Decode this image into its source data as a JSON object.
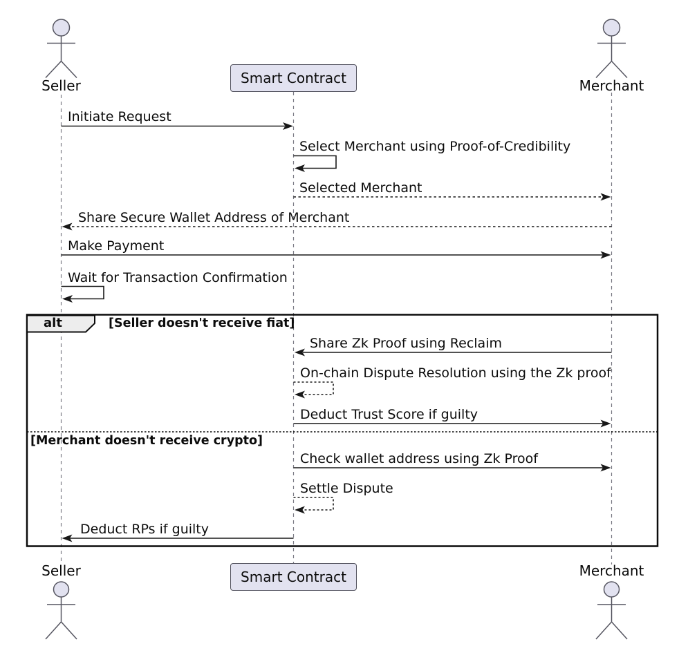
{
  "participants": [
    {
      "name": "Seller",
      "type": "actor"
    },
    {
      "name": "Smart Contract",
      "type": "participant"
    },
    {
      "name": "Merchant",
      "type": "actor"
    }
  ],
  "messages": [
    {
      "label": "Initiate Request",
      "from": "Seller",
      "to": "Smart Contract",
      "line": "solid"
    },
    {
      "label": "Select Merchant using Proof-of-Credibility",
      "from": "Smart Contract",
      "to": "Smart Contract",
      "line": "solid"
    },
    {
      "label": "Selected Merchant",
      "from": "Smart Contract",
      "to": "Merchant",
      "line": "dashed"
    },
    {
      "label": "Share Secure Wallet Address of Merchant",
      "from": "Merchant",
      "to": "Seller",
      "line": "dashed"
    },
    {
      "label": "Make Payment",
      "from": "Seller",
      "to": "Merchant",
      "line": "solid"
    },
    {
      "label": "Wait for Transaction Confirmation",
      "from": "Seller",
      "to": "Seller",
      "line": "solid"
    },
    {
      "label": "Share Zk Proof using Reclaim",
      "from": "Merchant",
      "to": "Smart Contract",
      "line": "solid"
    },
    {
      "label": "On-chain Dispute Resolution using the Zk proof",
      "from": "Smart Contract",
      "to": "Smart Contract",
      "line": "dashed"
    },
    {
      "label": "Deduct Trust Score if guilty",
      "from": "Smart Contract",
      "to": "Merchant",
      "line": "solid"
    },
    {
      "label": "Check wallet address using Zk Proof",
      "from": "Smart Contract",
      "to": "Merchant",
      "line": "solid"
    },
    {
      "label": "Settle Dispute",
      "from": "Smart Contract",
      "to": "Smart Contract",
      "line": "dashed"
    },
    {
      "label": "Deduct RPs if guilty",
      "from": "Smart Contract",
      "to": "Seller",
      "line": "solid"
    }
  ],
  "alt_frame": {
    "operator": "alt",
    "conditions": [
      "[Seller doesn't receive fiat]",
      "[Merchant doesn't receive crypto]"
    ]
  },
  "colors": {
    "background": "#FFFFFF",
    "participant_fill": "#E2E2F0",
    "participant_border": "#52525E",
    "lifeline": "#7B7B85",
    "arrow": "#181818",
    "frame_border": "#0B0B0B",
    "operator_fill": "#EDEDED",
    "text": "#0B0B0B"
  }
}
